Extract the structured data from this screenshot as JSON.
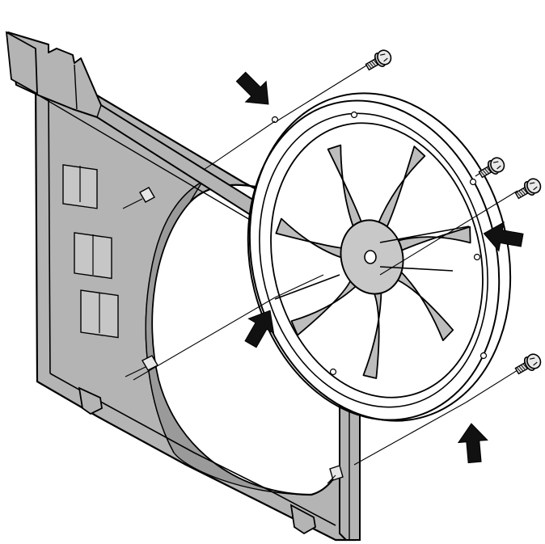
{
  "colors": {
    "background": "#ffffff",
    "shroud_fill": "#b4b4b4",
    "shroud_dark": "#9a9a9a",
    "fan_fill": "#bdbdbd",
    "outline": "#000000",
    "arrow": "#111111"
  },
  "icons": [
    "bolt-icon",
    "arrow-icon"
  ],
  "parts": {
    "bolts": 4,
    "arrows": 4,
    "fan_blades": 7
  }
}
